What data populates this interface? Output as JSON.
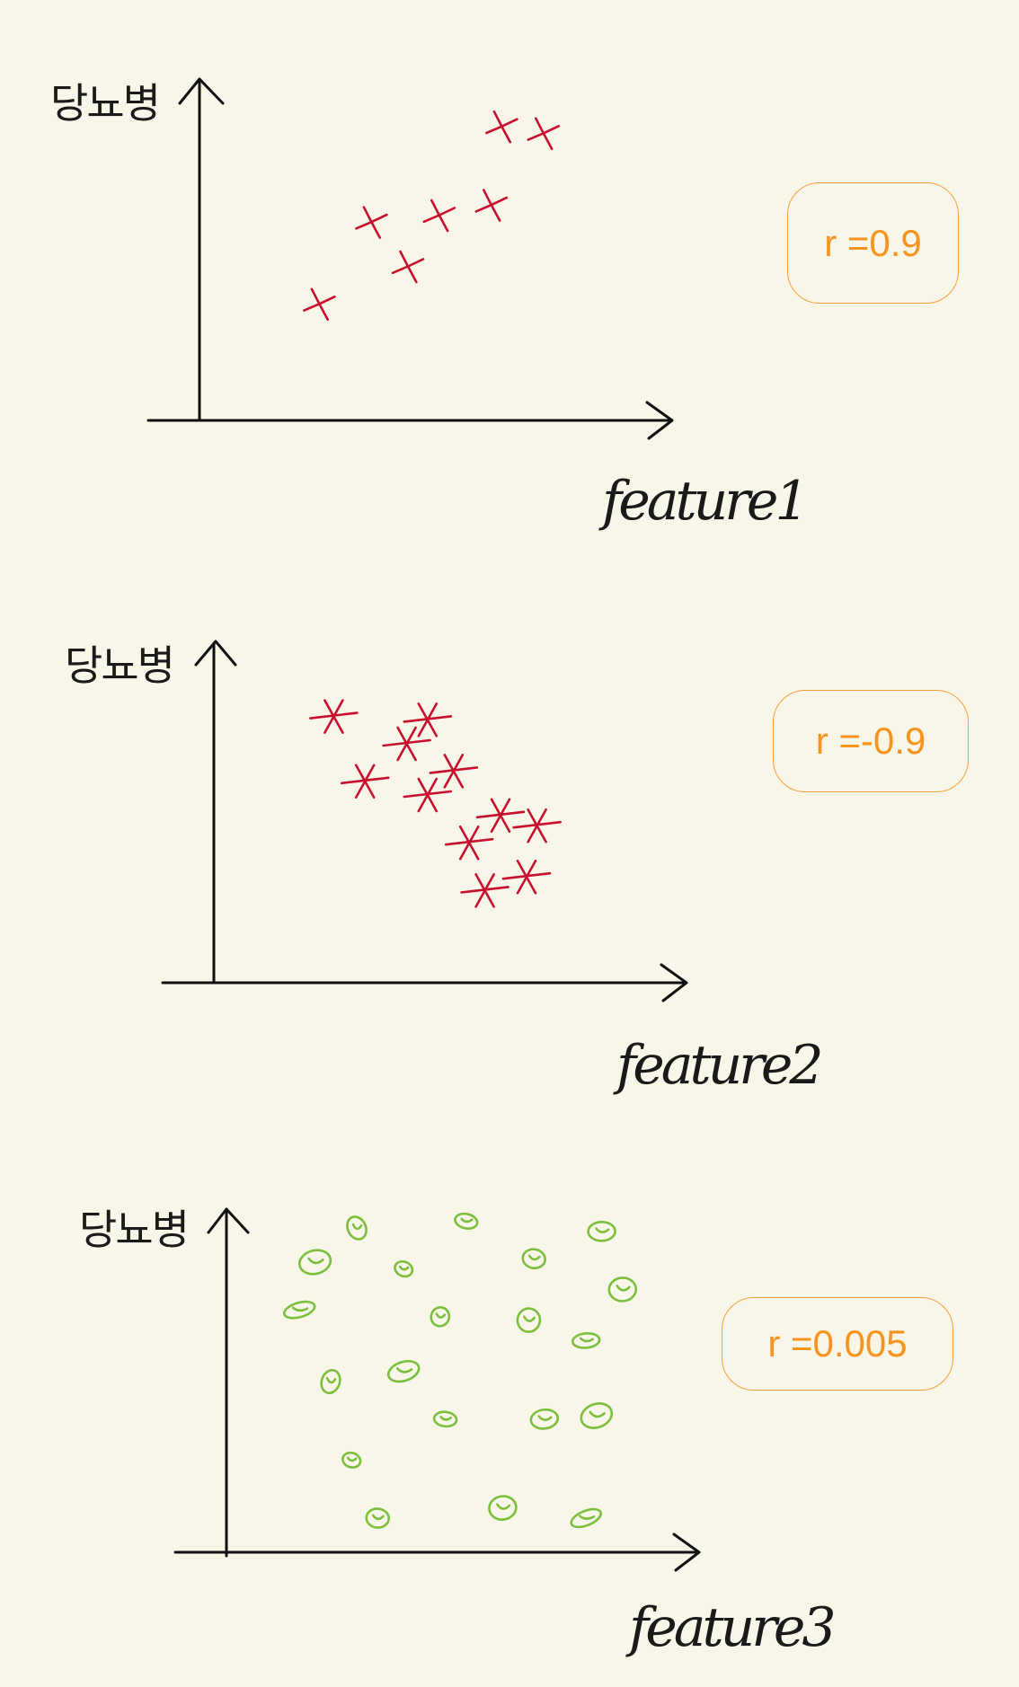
{
  "chart_data": [
    {
      "type": "scatter",
      "ylabel": "당뇨병",
      "xlabel": "feature1",
      "annotation": "r =0.9",
      "marker": "x",
      "marker_color": "#c8102e",
      "points": [
        [
          2.3,
          3.4
        ],
        [
          3.3,
          5.8
        ],
        [
          4.0,
          4.5
        ],
        [
          4.6,
          6.0
        ],
        [
          5.6,
          6.3
        ],
        [
          5.8,
          8.6
        ],
        [
          6.6,
          8.4
        ]
      ]
    },
    {
      "type": "scatter",
      "ylabel": "당뇨병",
      "xlabel": "feature2",
      "annotation": "r =-0.9",
      "marker": "asterisk",
      "marker_color": "#c8102e",
      "points": [
        [
          2.3,
          7.8
        ],
        [
          4.1,
          7.7
        ],
        [
          3.7,
          7.0
        ],
        [
          2.9,
          5.9
        ],
        [
          4.6,
          6.2
        ],
        [
          4.1,
          5.5
        ],
        [
          5.5,
          4.9
        ],
        [
          6.2,
          4.6
        ],
        [
          4.9,
          4.1
        ],
        [
          6.0,
          3.1
        ],
        [
          5.2,
          2.7
        ]
      ]
    },
    {
      "type": "scatter",
      "ylabel": "당뇨병",
      "xlabel": "feature3",
      "annotation": "r =0.005",
      "marker": "circle",
      "marker_color": "#7cbf3c",
      "points": [
        [
          2.5,
          9.5
        ],
        [
          4.6,
          9.7
        ],
        [
          7.2,
          9.4
        ],
        [
          1.7,
          8.5
        ],
        [
          3.4,
          8.3
        ],
        [
          5.9,
          8.6
        ],
        [
          7.6,
          7.7
        ],
        [
          1.4,
          7.1
        ],
        [
          4.1,
          6.9
        ],
        [
          5.8,
          6.8
        ],
        [
          6.9,
          6.2
        ],
        [
          3.4,
          5.3
        ],
        [
          2.0,
          5.0
        ],
        [
          4.2,
          3.9
        ],
        [
          6.1,
          3.9
        ],
        [
          7.1,
          4.0
        ],
        [
          2.4,
          2.7
        ],
        [
          2.9,
          1.0
        ],
        [
          5.3,
          1.3
        ],
        [
          6.9,
          1.0
        ]
      ]
    }
  ]
}
